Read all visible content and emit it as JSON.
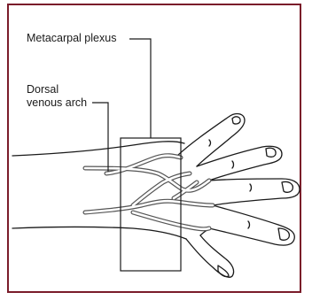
{
  "labels": {
    "metacarpal_plexus": "Metacarpal plexus",
    "dorsal_line1": "Dorsal",
    "dorsal_line2": "venous arch"
  },
  "colors": {
    "frame": "#7a1c2a",
    "line": "#1a1a1a",
    "vein_fill": "#ffffff",
    "vein_stroke": "#555555"
  }
}
